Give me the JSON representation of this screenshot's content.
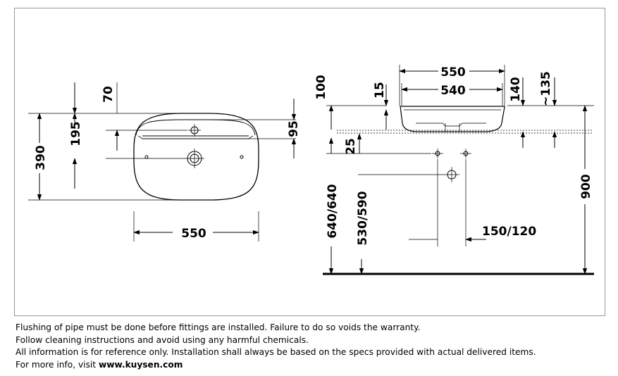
{
  "top_view": {
    "width": "550",
    "depth": "390",
    "tap_hole_offset": "195",
    "rim_to_tap": "70",
    "waste_offset": "95"
  },
  "side_view": {
    "outer_width": "550",
    "inner_width": "540",
    "rim_thickness": "15",
    "height": "140",
    "height_approx": "~135",
    "overflow_height": "100",
    "gap": "25",
    "counter_height": "900",
    "supply_height": "640/640",
    "waste_height": "530/590",
    "supply_spacing": "150/120"
  },
  "notes": {
    "line1": "Flushing of pipe must be done before fittings are installed. Failure to do so voids the warranty.",
    "line2": "Follow cleaning instructions and avoid using any harmful chemicals.",
    "line3": "All information is for reference only. Installation shall always be based on the specs provided with actual delivered items.",
    "line4_prefix": "For more info, visit ",
    "line4_link": "www.kuysen.com"
  }
}
